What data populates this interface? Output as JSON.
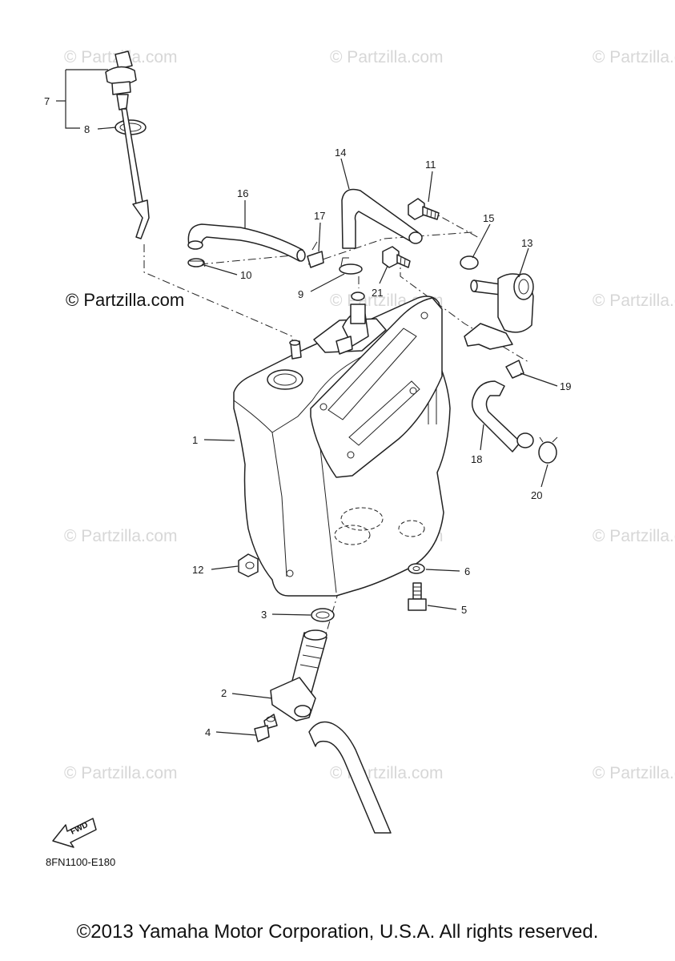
{
  "watermarks": {
    "small": "© Partzilla.com",
    "large": "© Partzilla.com"
  },
  "diagram_code": "8FN1100-E180",
  "fwd_label": "FWD",
  "copyright": "©2013 Yamaha Motor Corporation, U.S.A. All rights reserved.",
  "callouts": {
    "c1": "1",
    "c2": "2",
    "c3": "3",
    "c4": "4",
    "c5": "5",
    "c6": "6",
    "c7": "7",
    "c8": "8",
    "c9": "9",
    "c10": "10",
    "c11": "11",
    "c12": "12",
    "c13": "13",
    "c14": "14",
    "c15": "15",
    "c16": "16",
    "c17": "17",
    "c18": "18",
    "c19": "19",
    "c20": "20",
    "c21": "21"
  }
}
